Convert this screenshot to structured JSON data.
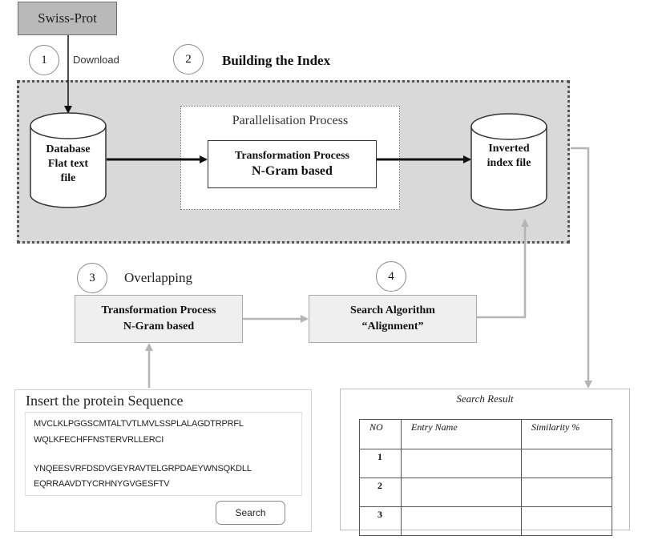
{
  "source": {
    "label": "Swiss-Prot"
  },
  "steps": [
    {
      "number": "1",
      "label": "Download"
    },
    {
      "number": "2",
      "label": "Building the Index"
    },
    {
      "number": "3",
      "label": "Overlapping"
    },
    {
      "number": "4",
      "label": ""
    }
  ],
  "database": {
    "line1": "Database",
    "line2": "Flat text",
    "line3": "file"
  },
  "parallel": {
    "title": "Parallelisation Process",
    "transform_line1": "Transformation Process",
    "transform_line2": "N-Gram based"
  },
  "inverted": {
    "line1": "Inverted",
    "line2": "index file"
  },
  "transform_lower": {
    "line1": "Transformation Process",
    "line2": "N-Gram based"
  },
  "search_algorithm": {
    "line1": "Search Algorithm",
    "line2": "“Alignment”"
  },
  "sequence_panel": {
    "title": "Insert the protein Sequence",
    "lines": [
      "MVCLKLPGGSCMTALTVTLMVLSSPLALAGDTRPRFL",
      "WQLKFECHFFNSTERVRLLERCI",
      "YNQEESVRFDSDVGEYRAVTELGRPDAEYWNSQKDLL",
      "EQRRAAVDTYCRHNYGVGESFTV"
    ],
    "search_button": "Search"
  },
  "result_panel": {
    "title": "Search Result",
    "columns": [
      "NO",
      "Entry Name",
      "Similarity %"
    ],
    "rows": [
      [
        "1",
        "",
        ""
      ],
      [
        "2",
        "",
        ""
      ],
      [
        "3",
        "",
        ""
      ]
    ]
  }
}
